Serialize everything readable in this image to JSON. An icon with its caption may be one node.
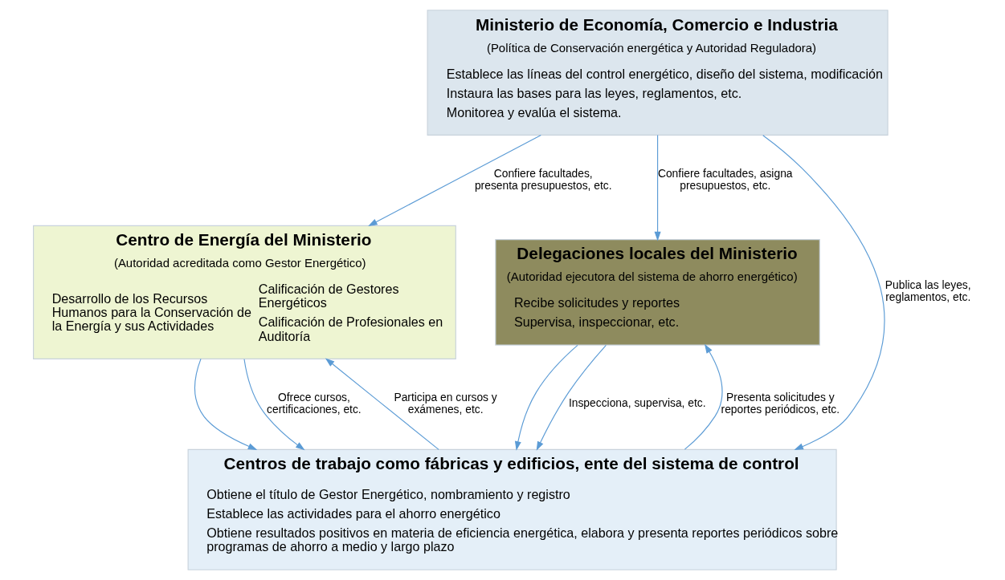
{
  "diagram": {
    "nodes": [
      {
        "text": [
          "Ministerio de Economía, Comercio e Industria",
          "(Política de Conservación energética y Autoridad Reguladora)",
          "Establece las líneas del control energético, diseño del sistema, modificación",
          "Instaura las bases para las leyes, reglamentos, etc.",
          "Monitorea y evalúa el sistema."
        ]
      },
      {
        "text": [
          "Centro de Energía del Ministerio",
          "(Autoridad acreditada como Gestor Energético)",
          "Desarrollo de los Recursos Humanos para la Conservación de la Energía y sus Actividades",
          "Calificación de Gestores Energéticos",
          "Calificación de Profesionales en Auditoría"
        ]
      },
      {
        "text": [
          "Delegaciones locales del Ministerio",
          "(Autoridad ejecutora del sistema de ahorro energético)",
          "Recibe solicitudes y reportes",
          "Supervisa, inspeccionar, etc."
        ]
      },
      {
        "text": [
          "Centros de trabajo como fábricas y edificios, ente del sistema de control",
          "Obtiene el título de Gestor Energético, nombramiento y registro",
          "Establece las actividades para el ahorro energético",
          "Obtiene resultados positivos en materia de eficiencia energética, elabora y presenta reportes periódicos sobre programas de ahorro a medio y largo plazo"
        ]
      }
    ],
    "edges": [
      {
        "from": 0,
        "to": 1,
        "arrow": "to",
        "label": "Confiere facultades, presenta presupuestos, etc."
      },
      {
        "from": 0,
        "to": 3,
        "arrow": "to",
        "label": "Publica las leyes, reglamentos, etc."
      },
      {
        "from": 0,
        "to": 2,
        "arrow": "to",
        "label": "Confiere facultades, asigna presupuestos, etc."
      },
      {
        "from": 1,
        "to": 3,
        "arrow": "to"
      },
      {
        "from": 2,
        "to": 3,
        "arrow": "to"
      },
      {
        "from": 3,
        "to": 1,
        "arrow": "to",
        "label": "Participa en cursos y exámenes, etc."
      },
      {
        "from": 1,
        "to": 3,
        "arrow": "to",
        "label": "Ofrece cursos, certificaciones, etc."
      },
      {
        "from": 3,
        "to": 2,
        "arrow": "to",
        "label": "Presenta solicitudes y reportes periódicos, etc."
      },
      {
        "from": 2,
        "to": 3,
        "arrow": "to",
        "label": "Inspecciona, supervisa, etc."
      }
    ]
  }
}
